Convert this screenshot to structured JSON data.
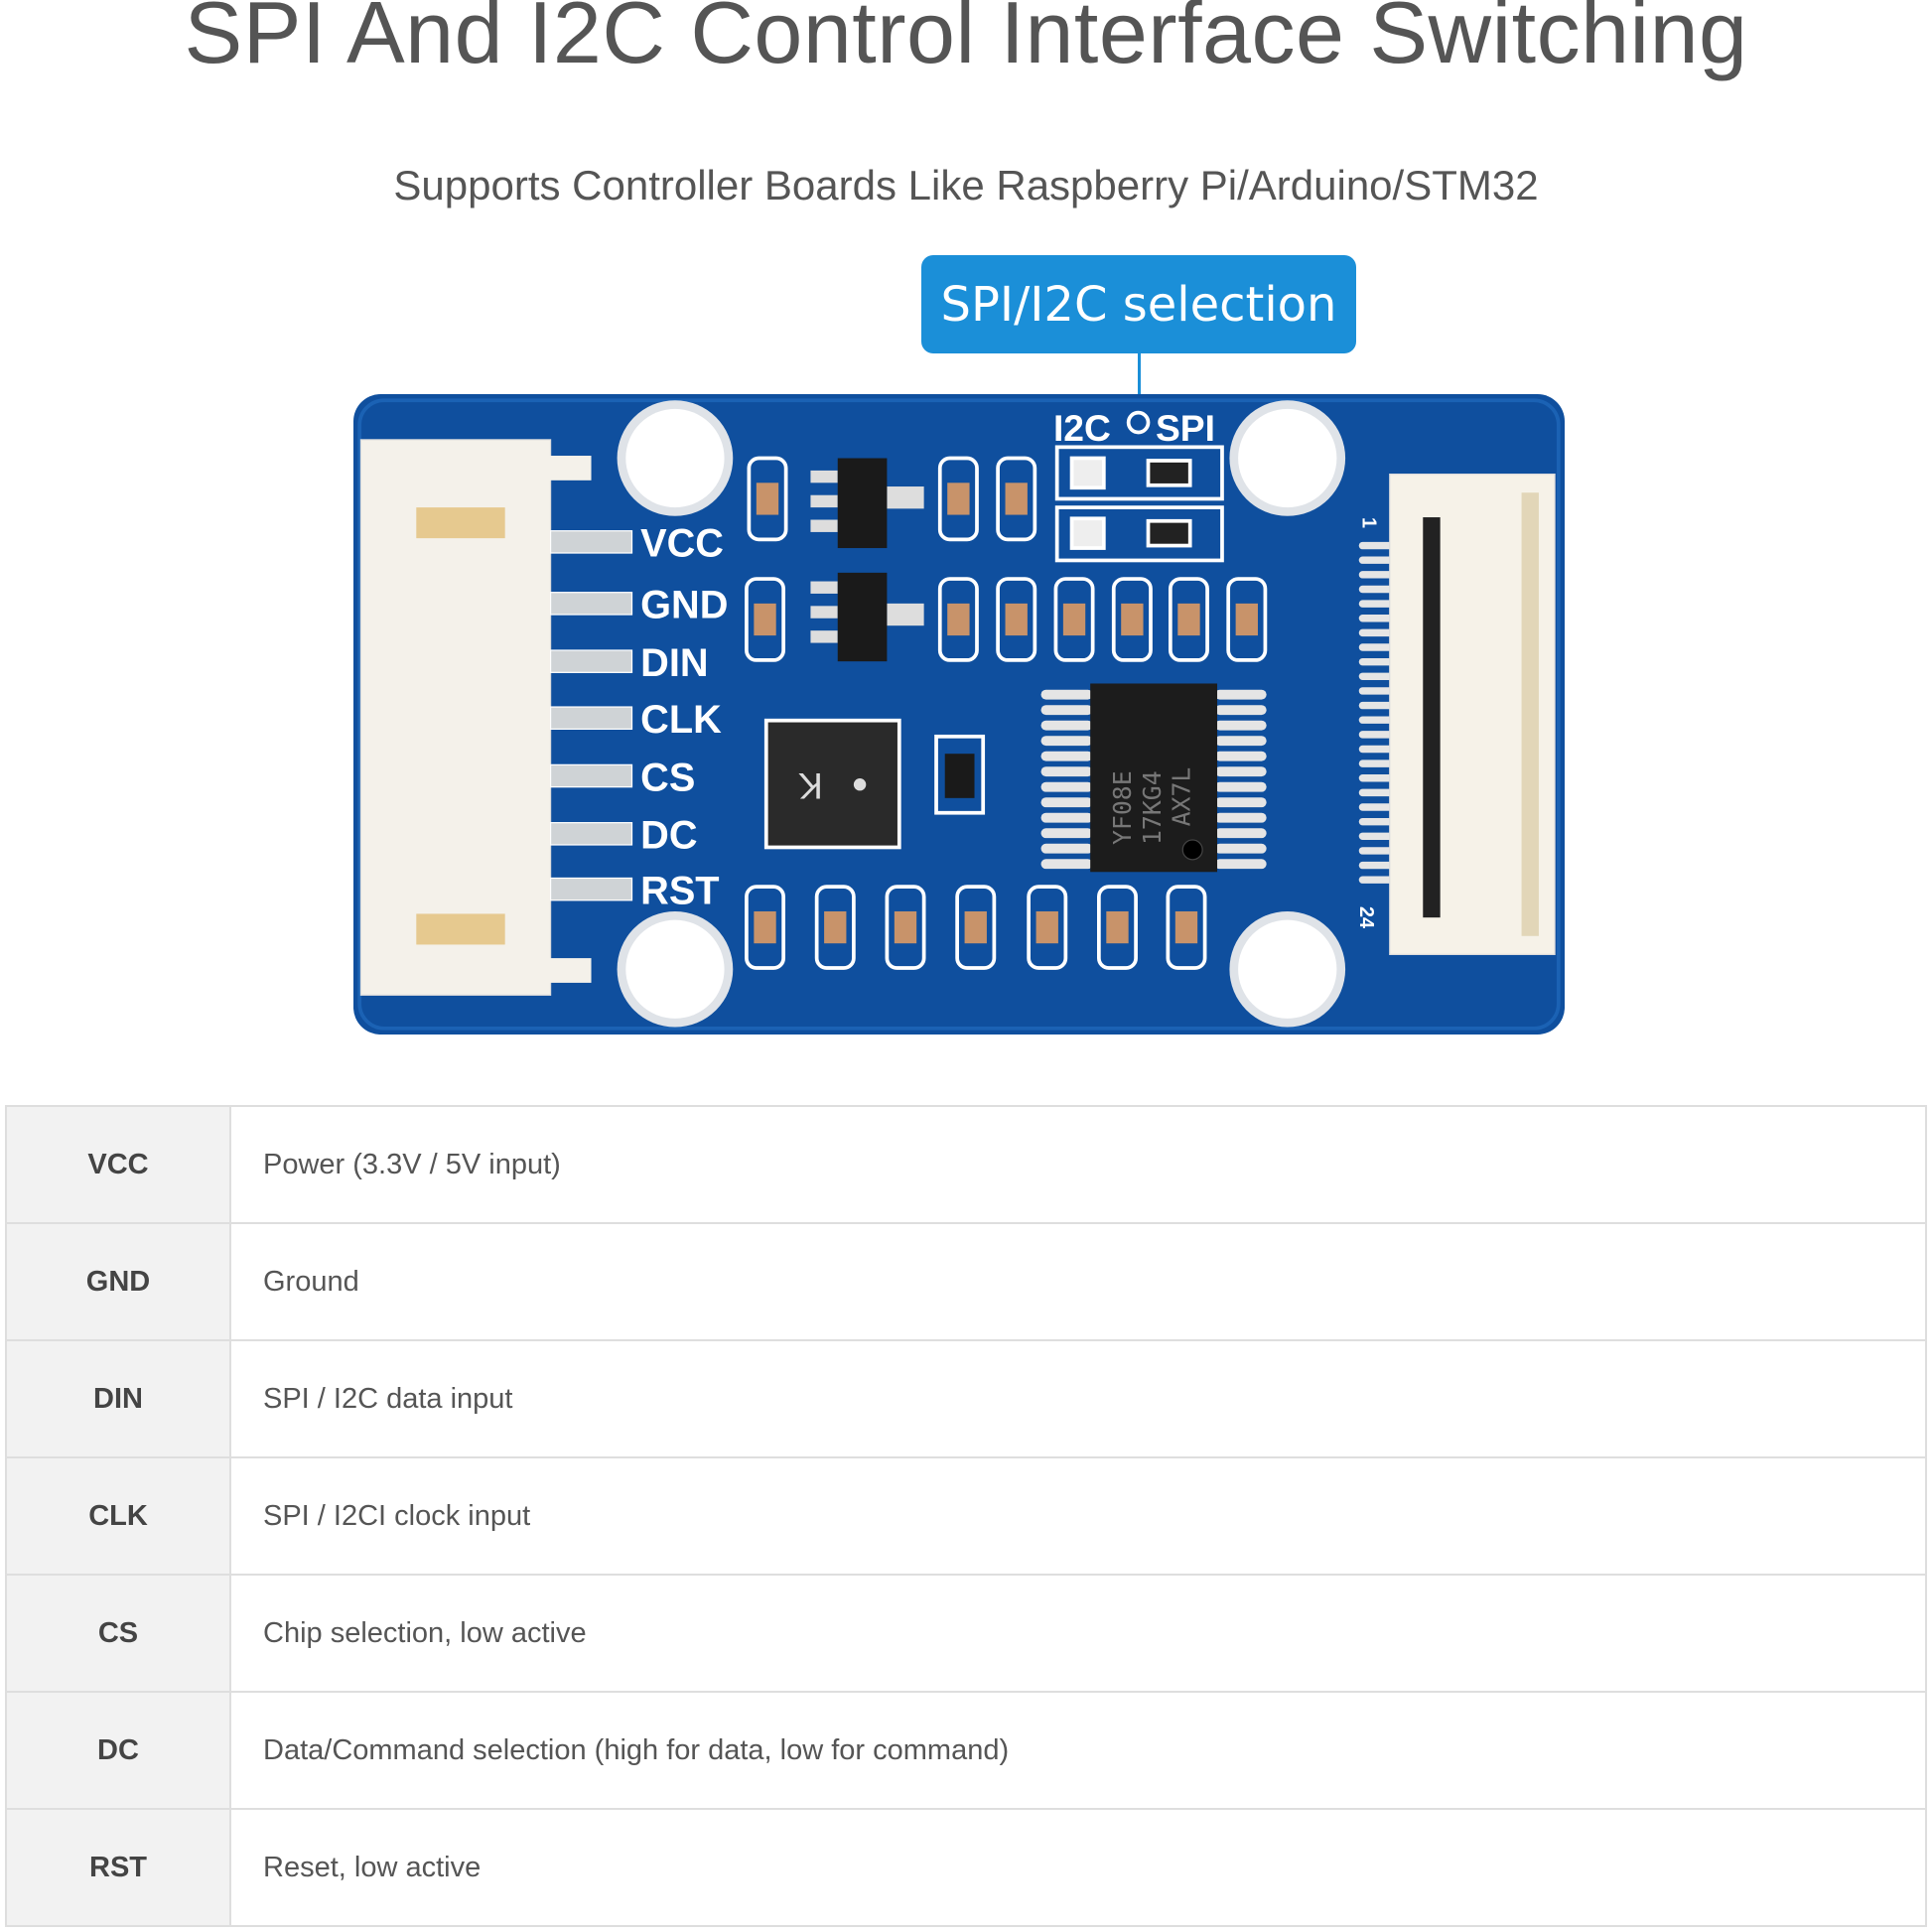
{
  "header": {
    "title": "SPI And I2C Control Interface Switching",
    "subtitle": "Supports Controller Boards Like Raspberry Pi/Arduino/STM32",
    "callout": "SPI/I2C selection"
  },
  "board": {
    "pin_labels": [
      "VCC",
      "GND",
      "DIN",
      "CLK",
      "CS",
      "DC",
      "RST"
    ],
    "i2c_label": "I2C",
    "spi_label": "SPI",
    "fpc_pin_first": "1",
    "fpc_pin_last": "24",
    "chip_marking": [
      "YF08E",
      "17KG4",
      "AX7L"
    ],
    "inductor_marking": "K",
    "colors": {
      "pcb": "#0f4f9e",
      "callout": "#1b8fd8"
    }
  },
  "table": {
    "rows": [
      {
        "pin": "VCC",
        "description": "Power (3.3V / 5V input)"
      },
      {
        "pin": "GND",
        "description": "Ground"
      },
      {
        "pin": "DIN",
        "description": "SPI / I2C data input"
      },
      {
        "pin": "CLK",
        "description": "SPI / I2CI clock input"
      },
      {
        "pin": "CS",
        "description": "Chip selection, low active"
      },
      {
        "pin": "DC",
        "description": "Data/Command selection (high for data, low for command)"
      },
      {
        "pin": "RST",
        "description": "Reset, low active"
      }
    ]
  }
}
